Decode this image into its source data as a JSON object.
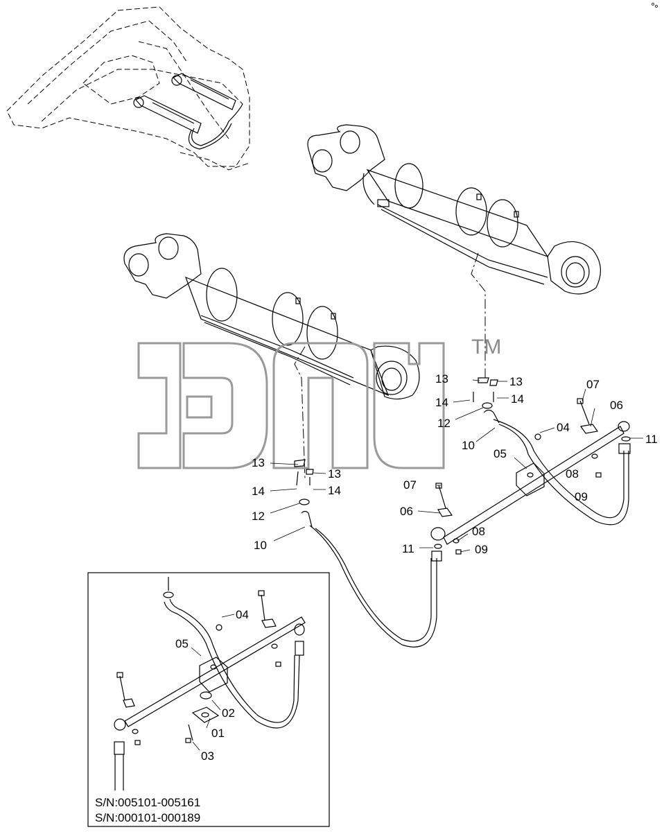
{
  "watermark": {
    "text": "эпф",
    "trademark": "TM"
  },
  "callouts_upper_left": {
    "c13a": "13",
    "c13b": "13",
    "c14a": "14",
    "c14b": "14",
    "c12": "12",
    "c10": "10"
  },
  "callouts_upper_right": {
    "c13a": "13",
    "c13b": "13",
    "c14a": "14",
    "c14b": "14",
    "c12": "12",
    "c10": "10",
    "c07": "07",
    "c06": "06",
    "c04": "04",
    "c05": "05",
    "c11": "11",
    "c08": "08",
    "c09": "09"
  },
  "callouts_middle": {
    "c07": "07",
    "c06": "06",
    "c08": "08",
    "c11": "11",
    "c09": "09"
  },
  "inset": {
    "c04": "04",
    "c05": "05",
    "c02": "02",
    "c01": "01",
    "c03": "03",
    "serial_1": "S/N:005101-005161",
    "serial_2": "S/N:000101-000189"
  }
}
